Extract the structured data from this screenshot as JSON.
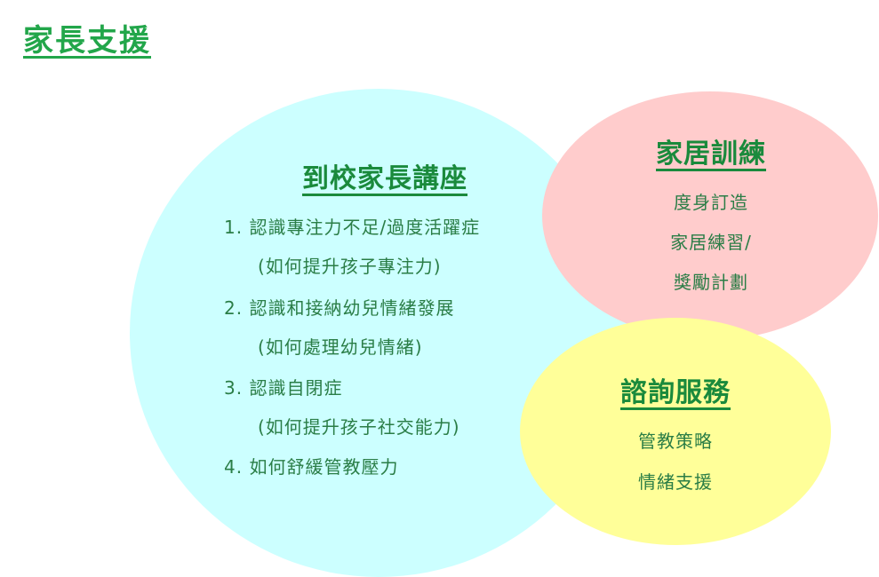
{
  "page": {
    "title": "家長支援"
  },
  "colors": {
    "title": "#22a64a",
    "heading": "#1a8a3c",
    "body_text": "#2a7d46",
    "main_circle": "#ccffff",
    "home_circle": "#ffcccc",
    "consult_circle": "#ffff99"
  },
  "lecture": {
    "heading": "到校家長講座",
    "items": [
      "1.  認識專注力不足/過度活躍症",
      "(如何提升孩子專注力)",
      "2.  認識和接納幼兒情緒發展",
      "(如何處理幼兒情緒)",
      "3.  認識自閉症",
      "(如何提升孩子社交能力)",
      "4.  如何舒緩管教壓力"
    ]
  },
  "home_training": {
    "heading": "家居訓練",
    "items": [
      "度身訂造",
      "家居練習/",
      "獎勵計劃"
    ]
  },
  "consultation": {
    "heading": "諮詢服務",
    "items": [
      "管教策略",
      "情緒支援"
    ]
  }
}
